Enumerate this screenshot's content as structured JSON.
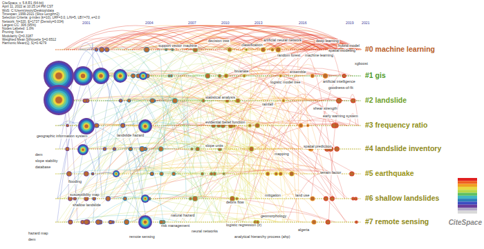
{
  "diagram": {
    "labels": [
      "CiteSpace, v. 5.8.R1 (64-bit)",
      "April 11, 2022 at 10:25:14 PM CST",
      "WoS: C:\\Users\\zsszu\\Desktop\\data",
      "Timespan: 1999-2021 (Slice Length=2)",
      "Selection Criteria: g-index (k=10), LRF=3.0, L/N=5, LBY=70, e=2.0",
      "Network: N=320, E=1737 (Density=0.034)",
      "Largest CC: 306 (95%)",
      "Nodes Labeled: 1.0%",
      "Pruning: None",
      "Modularity Q=0.3187",
      "Weighted Mean Silhouette S=0.6512",
      "Harmonic Mean(Q, S)=0.4279",
      "2001",
      "2004",
      "2007",
      "2010",
      "2013",
      "2016",
      "2019",
      "2021",
      "#0 machine learning",
      "#1 gis",
      "#2 landslide",
      "#3 frequency ratio",
      "#4 landslide inventory",
      "#5 earthquake",
      "#6 shallow landslides",
      "#7 remote sensing",
      "decision tree",
      "support vector machine",
      "classification",
      "artificial neural network",
      "random forest",
      "machine learning",
      "spatial modeling",
      "hybrid model",
      "xgboost",
      "deep learning",
      "ensemble",
      "artificial intelligence",
      "goodness-of-fit",
      "logistic model tree",
      "bivariate",
      "shear strength",
      "early warning system",
      "rainfall",
      "statistical analysis",
      "geographic information system",
      "landslide hazard",
      "evidential belief function",
      "slope units",
      "mapping",
      "spatial prediction",
      "dem",
      "slope stability",
      "database",
      "flooding",
      "terrain factor",
      "susceptibility map",
      "shallow landslide",
      "mitigation",
      "land use",
      "debris flow",
      "hazard map",
      "dem",
      "remote sensing",
      "natural hazard",
      "risk management",
      "neural networks",
      "logistic regression (lr)",
      "analytical hierarchy process (ahp)",
      "algeria",
      "geomorphology",
      "CiteSpace"
    ]
  }
}
